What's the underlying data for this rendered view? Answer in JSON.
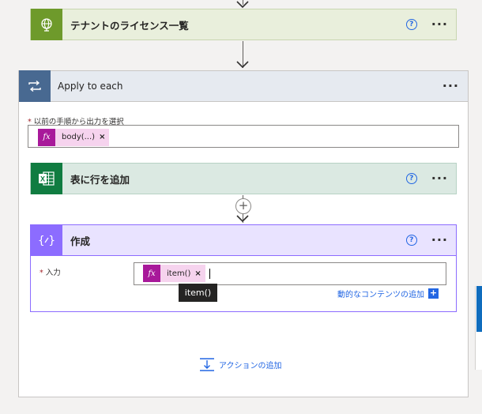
{
  "top_card": {
    "title": "テナントのライセンス一覧",
    "help": "?",
    "more": "···"
  },
  "apply_each": {
    "title": "Apply to each",
    "more": "···",
    "field_required": "*",
    "field_label": "以前の手順から出力を選択",
    "token_fx": "fx",
    "token_label": "body(...)",
    "token_remove": "×"
  },
  "excel_card": {
    "title": "表に行を追加",
    "help": "?",
    "more": "···"
  },
  "insert_step": {
    "symbol": "+"
  },
  "compose_card": {
    "title": "作成",
    "help": "?",
    "more": "···",
    "input_required": "*",
    "input_label": "入力",
    "token_fx": "fx",
    "token_label": "item()",
    "token_remove": "×",
    "tooltip": "item()",
    "add_dynamic_content": "動的なコンテンツの追加",
    "add_dynamic_icon": "+"
  },
  "add_action": {
    "label": "アクションの追加"
  },
  "colors": {
    "top_card_bg": "#e9efdc",
    "top_card_icon": "#6e9a2b",
    "apply_header_bg": "#e6eaf0",
    "apply_icon": "#486991",
    "excel_bg": "#dbe9e2",
    "excel_icon": "#107c41",
    "compose_header_bg": "#e9e3ff",
    "compose_icon": "#8c6cff",
    "link": "#2266e3"
  }
}
